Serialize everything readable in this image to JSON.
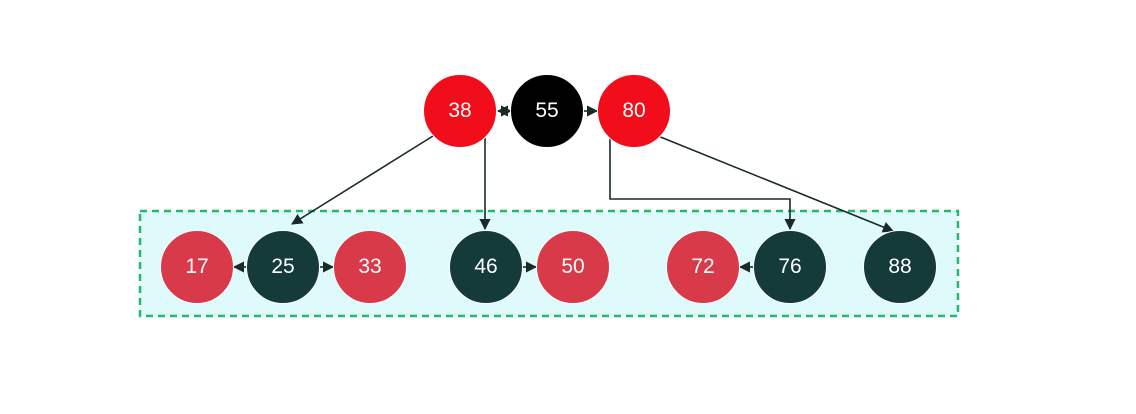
{
  "colors": {
    "top_red": "#f20d1b",
    "top_black": "#000000",
    "low_red": "#d93a4a",
    "low_dark": "#143a3a",
    "group_fill": "#dffafa",
    "group_border": "#25b86a",
    "edge": "#1a2a2a"
  },
  "top_nodes": [
    {
      "label": "38",
      "color": "top_red"
    },
    {
      "label": "55",
      "color": "top_black"
    },
    {
      "label": "80",
      "color": "top_red"
    }
  ],
  "bottom_nodes": [
    {
      "label": "17",
      "color": "low_red"
    },
    {
      "label": "25",
      "color": "low_dark"
    },
    {
      "label": "33",
      "color": "low_red"
    },
    {
      "label": "46",
      "color": "low_dark"
    },
    {
      "label": "50",
      "color": "low_red"
    },
    {
      "label": "72",
      "color": "low_red"
    },
    {
      "label": "76",
      "color": "low_dark"
    },
    {
      "label": "88",
      "color": "low_dark"
    }
  ]
}
